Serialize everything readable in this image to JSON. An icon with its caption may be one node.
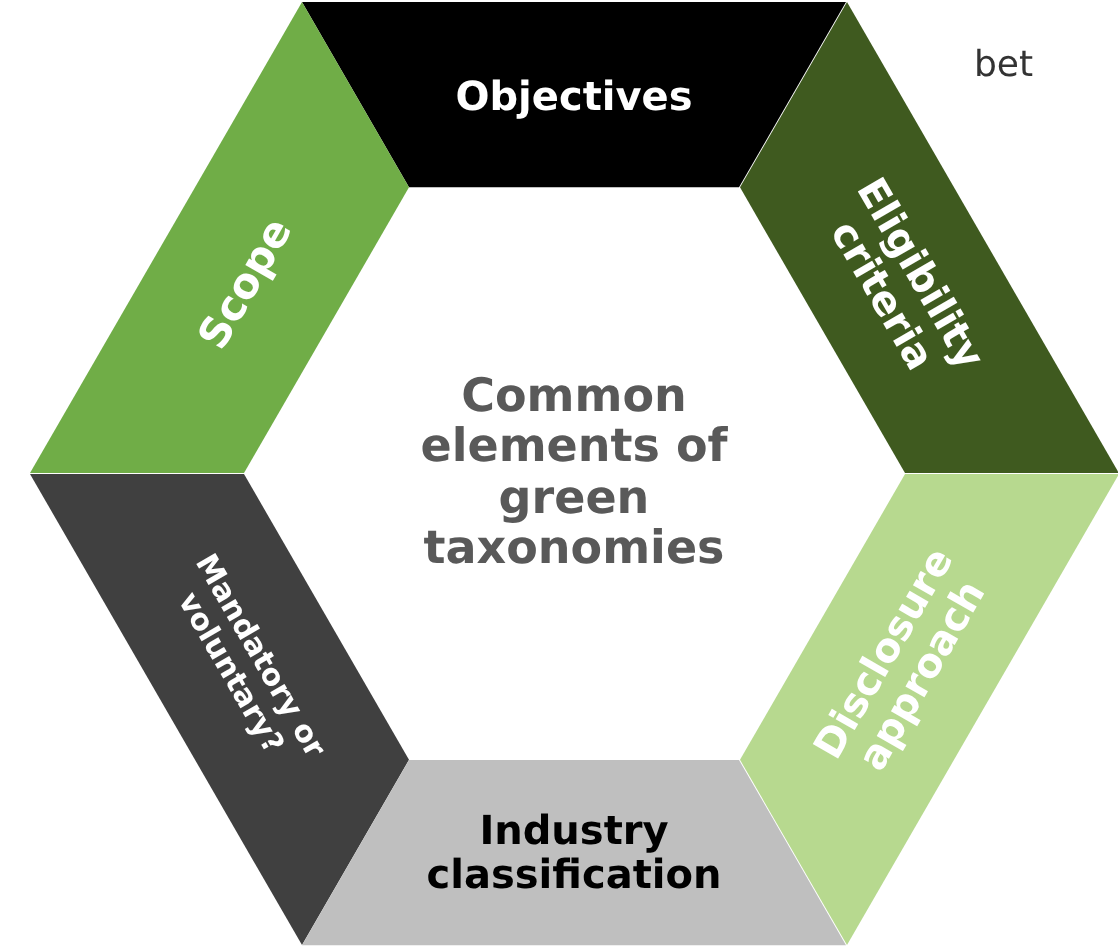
{
  "diagram": {
    "nodes": [
      {
        "text": [
          "Objectives"
        ]
      },
      {
        "text": [
          "Scope"
        ]
      },
      {
        "text": [
          "Eligibility criteria"
        ]
      },
      {
        "text": [
          "Common elements of green taxonomies"
        ]
      },
      {
        "text": [
          "Mandatory or voluntary?"
        ]
      },
      {
        "text": [
          "Disclosure approach"
        ]
      },
      {
        "text": [
          "Industry classification"
        ]
      }
    ],
    "labels": [
      "bet"
    ]
  }
}
